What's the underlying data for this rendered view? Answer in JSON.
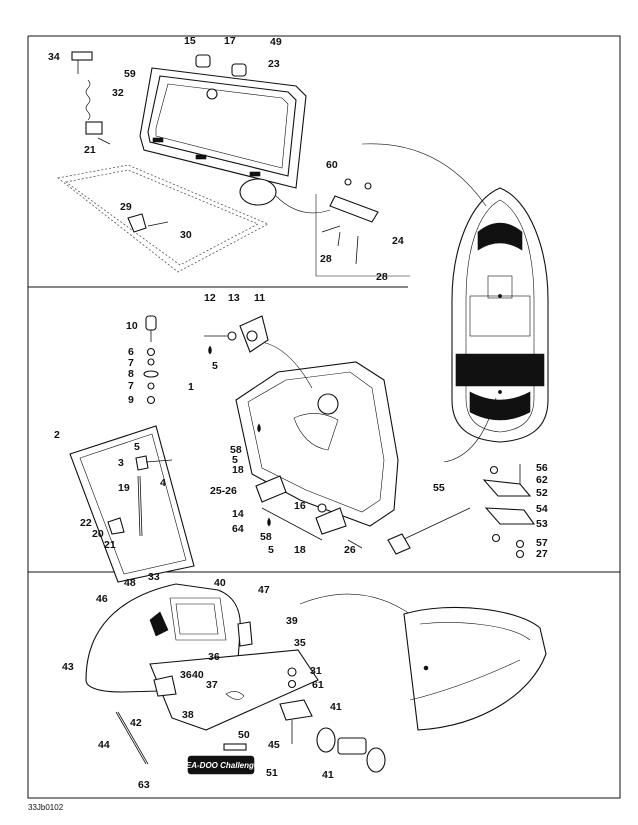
{
  "figure_ref": "33Jb0102",
  "logo_text": "SEA-DOO Challenger",
  "callouts": {
    "top": [
      "34",
      "32",
      "21",
      "59",
      "15",
      "17",
      "49",
      "23",
      "29",
      "30",
      "60",
      "24",
      "28",
      "28"
    ],
    "middle": [
      "12",
      "13",
      "11",
      "10",
      "6",
      "7",
      "8",
      "7",
      "9",
      "5",
      "1",
      "2",
      "5",
      "3",
      "4",
      "19",
      "22",
      "20",
      "21",
      "58",
      "5",
      "18",
      "25-26",
      "14",
      "64",
      "16",
      "58",
      "5",
      "18",
      "26",
      "55",
      "56",
      "62",
      "52",
      "54",
      "53",
      "57",
      "27"
    ],
    "bottom": [
      "33",
      "48",
      "40",
      "47",
      "46",
      "39",
      "35",
      "36",
      "43",
      "36",
      "40",
      "37",
      "31",
      "61",
      "42",
      "38",
      "41",
      "44",
      "45",
      "50",
      "41",
      "63",
      "51"
    ]
  }
}
